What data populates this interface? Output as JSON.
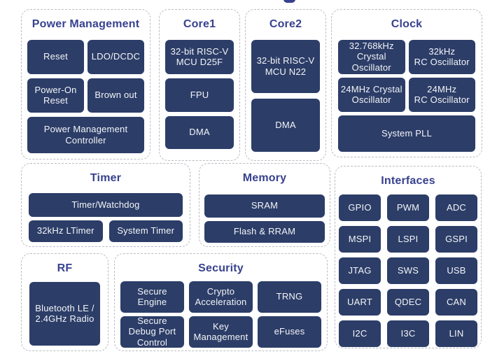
{
  "palette": {
    "background": "#ffffff",
    "block_fill": "#2c3d68",
    "block_text": "#f4f5f7",
    "section_title_text": "#37418f",
    "dashed_border": "#b9bcc3"
  },
  "sections": {
    "power_management": {
      "title": "Power Management",
      "blocks": {
        "reset": "Reset",
        "ldo_dcdc": "LDO/DCDC",
        "power_on_reset": "Power-On\nReset",
        "brown_out": "Brown out",
        "pm_controller": "Power Management\nController"
      }
    },
    "core1": {
      "title": "Core1",
      "blocks": {
        "mcu": "32-bit RISC-V\nMCU D25F",
        "fpu": "FPU",
        "dma": "DMA"
      }
    },
    "core2": {
      "title": "Core2",
      "blocks": {
        "mcu": "32-bit RISC-V\nMCU N22",
        "dma": "DMA"
      }
    },
    "clock": {
      "title": "Clock",
      "blocks": {
        "crystal_32768khz": "32.768kHz\nCrystal\nOscillator",
        "rc_32khz": "32kHz\nRC Oscillator",
        "crystal_24mhz": "24MHz Crystal\nOscillator",
        "rc_24mhz": "24MHz\nRC Oscillator",
        "system_pll": "System PLL"
      }
    },
    "timer": {
      "title": "Timer",
      "blocks": {
        "timer_watchdog": "Timer/Watchdog",
        "ltimer_32khz": "32kHz LTimer",
        "system_timer": "System Timer"
      }
    },
    "memory": {
      "title": "Memory",
      "blocks": {
        "sram": "SRAM",
        "flash_rram": "Flash & RRAM"
      }
    },
    "interfaces": {
      "title": "Interfaces",
      "items": [
        "GPIO",
        "PWM",
        "ADC",
        "MSPI",
        "LSPI",
        "GSPI",
        "JTAG",
        "SWS",
        "USB",
        "UART",
        "QDEC",
        "CAN",
        "I2C",
        "I3C",
        "LIN"
      ]
    },
    "rf": {
      "title": "RF",
      "blocks": {
        "radio": "Bluetooth LE /\n2.4GHz Radio"
      }
    },
    "security": {
      "title": "Security",
      "blocks": {
        "secure_engine": "Secure\nEngine",
        "crypto_acceleration": "Crypto\nAcceleration",
        "trng": "TRNG",
        "secure_debug_port": "Secure\nDebug Port\nControl",
        "key_management": "Key\nManagement",
        "efuses": "eFuses"
      }
    }
  }
}
